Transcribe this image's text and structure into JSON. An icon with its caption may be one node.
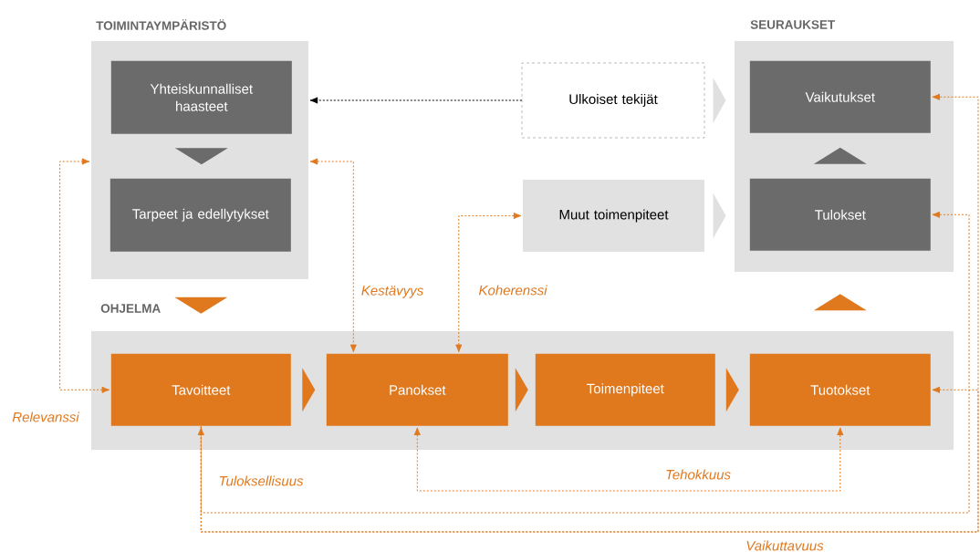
{
  "diagram": {
    "nodes": [
      {
        "text": [
          "TOIMINTAYMPÄRISTÖ"
        ]
      },
      {
        "text": [
          "Yhteiskunnalliset haasteet"
        ],
        "in": 0
      },
      {
        "text": [
          "Tarpeet ja edellytykset"
        ],
        "in": 0
      },
      {
        "text": [
          "Ulkoiset tekijät"
        ]
      },
      {
        "text": [
          "SEURAUKSET"
        ]
      },
      {
        "text": [
          "Vaikutukset"
        ],
        "in": 4
      },
      {
        "text": [
          "Muut toimenpiteet"
        ]
      },
      {
        "text": [
          "Tulokset"
        ],
        "in": 4
      },
      {
        "text": [],
        "shape": "box"
      },
      {
        "text": [
          "Tavoitteet"
        ],
        "in": 8
      },
      {
        "text": [
          "Panokset"
        ],
        "in": 8
      },
      {
        "text": [
          "Toimenpiteet"
        ],
        "in": 8
      },
      {
        "text": [
          "Tuotokset"
        ],
        "in": 8
      }
    ],
    "edges": [
      {
        "from": 1,
        "to": 2,
        "arrow": "to",
        "color": "#6b6b6b"
      },
      {
        "from": 7,
        "to": 5,
        "arrow": "to",
        "color": "#6b6b6b"
      },
      {
        "from": 0,
        "to": 9,
        "arrow": "to"
      },
      {
        "from": 12,
        "to": 4,
        "arrow": "to"
      },
      {
        "from": 9,
        "to": 10,
        "arrow": "to"
      },
      {
        "from": 10,
        "to": 11,
        "arrow": "to"
      },
      {
        "from": 11,
        "to": 12,
        "arrow": "to"
      },
      {
        "from": 3,
        "to": 4,
        "arrow": "to",
        "color": "#e0e0e0"
      },
      {
        "from": 6,
        "to": 4,
        "arrow": "to",
        "color": "#e0e0e0"
      },
      {
        "from": 3,
        "to": 0,
        "arrow": "to",
        "style": "dashed",
        "color": "#000000"
      },
      {
        "from": 9,
        "to": 0,
        "arrow": "both",
        "style": "dashed",
        "label": "Relevanssi"
      },
      {
        "from": 0,
        "to": 10,
        "arrow": "both",
        "style": "dashed",
        "label": "Kestävyys"
      },
      {
        "from": 6,
        "to": 10,
        "arrow": "both",
        "style": "dashed",
        "label": "Koherenssi"
      },
      {
        "from": 9,
        "to": 7,
        "arrow": "both",
        "style": "dashed",
        "label": "Tuloksellisuus"
      },
      {
        "from": 10,
        "to": 12,
        "arrow": "both",
        "style": "dashed",
        "label": "Tehokkuus"
      },
      {
        "from": 9,
        "to": 5,
        "arrow": "to",
        "style": "dashed",
        "label": "Vaikuttavuus"
      },
      {
        "from": 9,
        "to": 12,
        "arrow": "to",
        "style": "dashed"
      }
    ],
    "labels": [
      "OHJELMA"
    ]
  }
}
